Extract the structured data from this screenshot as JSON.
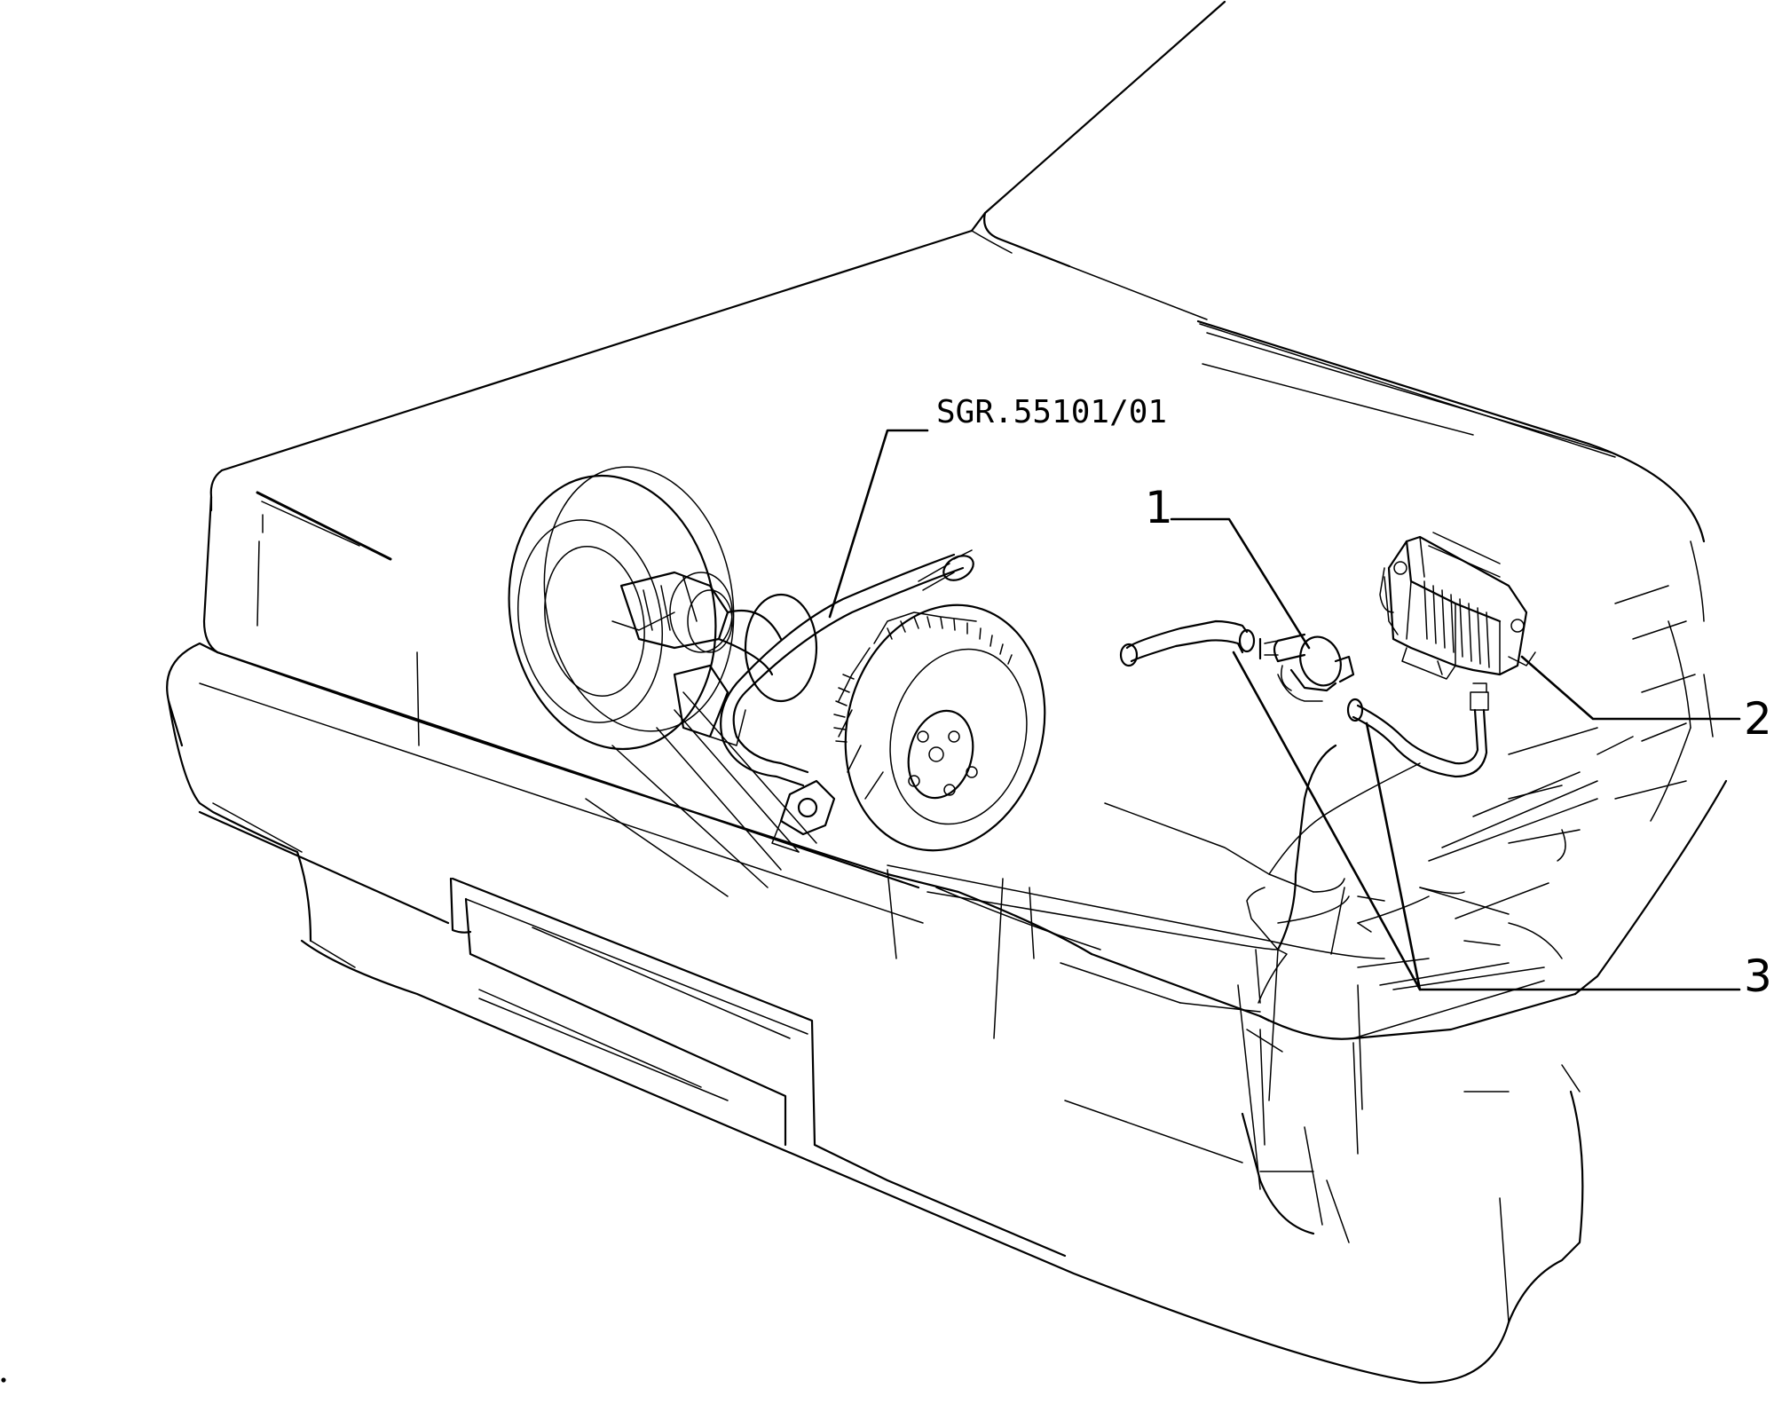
{
  "reference": {
    "text": "SGR.55101/01"
  },
  "callouts": [
    {
      "id": "1",
      "label": "1"
    },
    {
      "id": "2",
      "label": "2"
    },
    {
      "id": "3",
      "label": "3"
    }
  ],
  "colors": {
    "ink": "#000000",
    "paper": "#ffffff"
  }
}
